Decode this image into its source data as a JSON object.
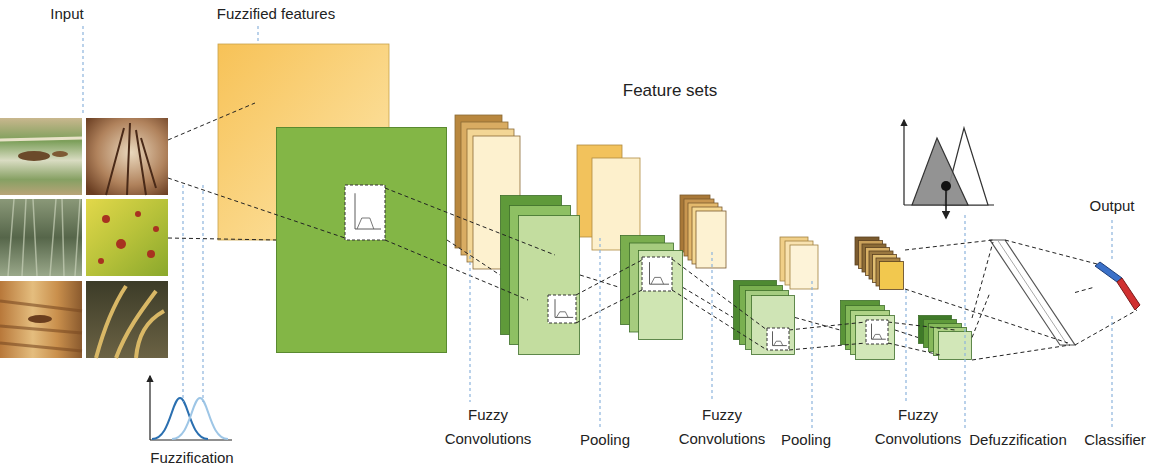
{
  "diagram": {
    "nodes": [
      {
        "text": [
          "Input"
        ]
      },
      {
        "text": [
          "Fuzzified features"
        ]
      },
      {
        "text": [
          "Fuzzy Convolutions"
        ]
      },
      {
        "text": [
          "Pooling"
        ]
      },
      {
        "text": [
          "Fuzzy Convolutions"
        ]
      },
      {
        "text": [
          "Pooling"
        ]
      },
      {
        "text": [
          "Fuzzy Convolutions"
        ]
      },
      {
        "text": [
          "Defuzzification"
        ]
      },
      {
        "text": [
          "Output"
        ]
      }
    ],
    "edges": [
      {
        "from": 0,
        "to": 1,
        "arrow": "none"
      },
      {
        "from": 1,
        "to": 2,
        "arrow": "none"
      },
      {
        "from": 2,
        "to": 3,
        "arrow": "none"
      },
      {
        "from": 3,
        "to": 4,
        "arrow": "none"
      },
      {
        "from": 4,
        "to": 5,
        "arrow": "none"
      },
      {
        "from": 5,
        "to": 6,
        "arrow": "none"
      },
      {
        "from": 6,
        "to": 7,
        "arrow": "none"
      },
      {
        "from": 7,
        "to": 8,
        "arrow": "none"
      }
    ],
    "labels": [
      "Feature sets",
      "Classifier",
      "Fuzzification"
    ]
  }
}
